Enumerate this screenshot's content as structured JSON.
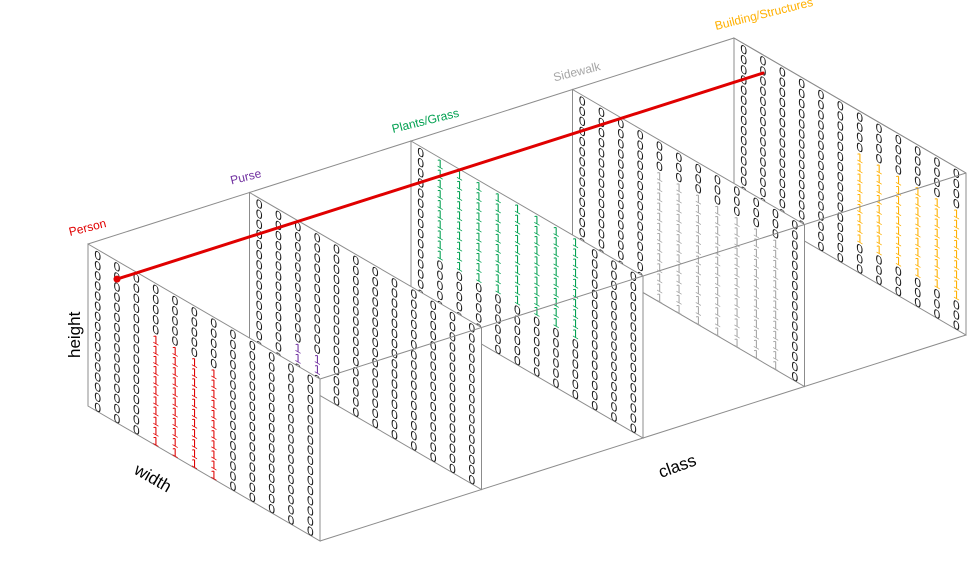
{
  "axes": {
    "height": "height",
    "width": "width",
    "class": "class"
  },
  "classes": [
    {
      "name": "Person",
      "color": "#e00000"
    },
    {
      "name": "Purse",
      "color": "#7030a0"
    },
    {
      "name": "Plants/Grass",
      "color": "#00a050"
    },
    {
      "name": "Sidewalk",
      "color": "#a6a6a6"
    },
    {
      "name": "Building/Structures",
      "color": "#ffb000"
    }
  ],
  "grid": {
    "rows": 16,
    "cols": 12,
    "zero": "0",
    "one": "1"
  },
  "masks": [
    {
      "rows": [
        5,
        15
      ],
      "cols": [
        3,
        6
      ]
    },
    {
      "rows": [
        12,
        13
      ],
      "cols": [
        2,
        3
      ]
    },
    {
      "rows": [
        0,
        9
      ],
      "cols": [
        1,
        8
      ]
    },
    {
      "rows": [
        3,
        15
      ],
      "cols": [
        4,
        10
      ]
    },
    {
      "rows": [
        4,
        12
      ],
      "cols": [
        6,
        11
      ]
    }
  ],
  "pixel_vector": {
    "color": "#e00000"
  }
}
